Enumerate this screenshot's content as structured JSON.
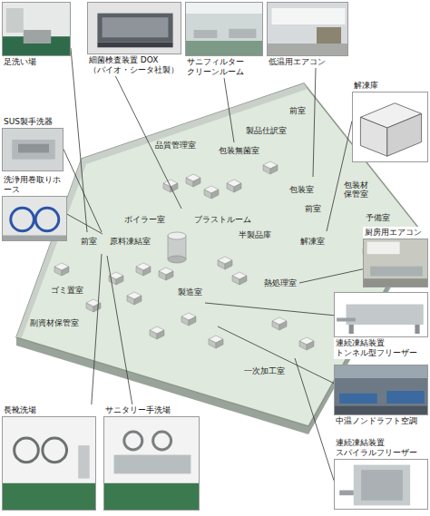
{
  "diagram": {
    "nodes": [
      {
        "text": [
          "足洗い場"
        ]
      },
      {
        "text": [
          "細菌検査装置 DOX （バイオ・シータ社製）"
        ]
      },
      {
        "text": [
          "サニフィルター クリーンルーム"
        ]
      },
      {
        "text": [
          "低温用エアコン"
        ]
      },
      {
        "text": [
          "解凍庫"
        ]
      },
      {
        "text": [
          "SUS製手洗器"
        ]
      },
      {
        "text": [
          "洗浄用巻取りホース"
        ]
      },
      {
        "text": [
          "厨房用エアコン"
        ]
      },
      {
        "text": [
          "連続凍結装置 トンネル型フリーザー"
        ]
      },
      {
        "text": [
          "中温ノンドラフト空調"
        ]
      },
      {
        "text": [
          "長靴洗場"
        ]
      },
      {
        "text": [
          "サニタリー手洗場"
        ]
      },
      {
        "text": [
          "連続凍結装置 スパイラルフリーザー"
        ]
      }
    ],
    "labels": [
      "前室",
      "製品仕訳室",
      "品質管理室",
      "包装無菌室",
      "包装材保管室",
      "包装室",
      "前室",
      "予備室",
      "ボイラー室",
      "ブラストルーム",
      "半製品庫",
      "解凍室",
      "原料凍結室",
      "前室",
      "ゴミ置室",
      "熱処理室",
      "製造室",
      "副資材保管室",
      "一次加工室"
    ]
  }
}
